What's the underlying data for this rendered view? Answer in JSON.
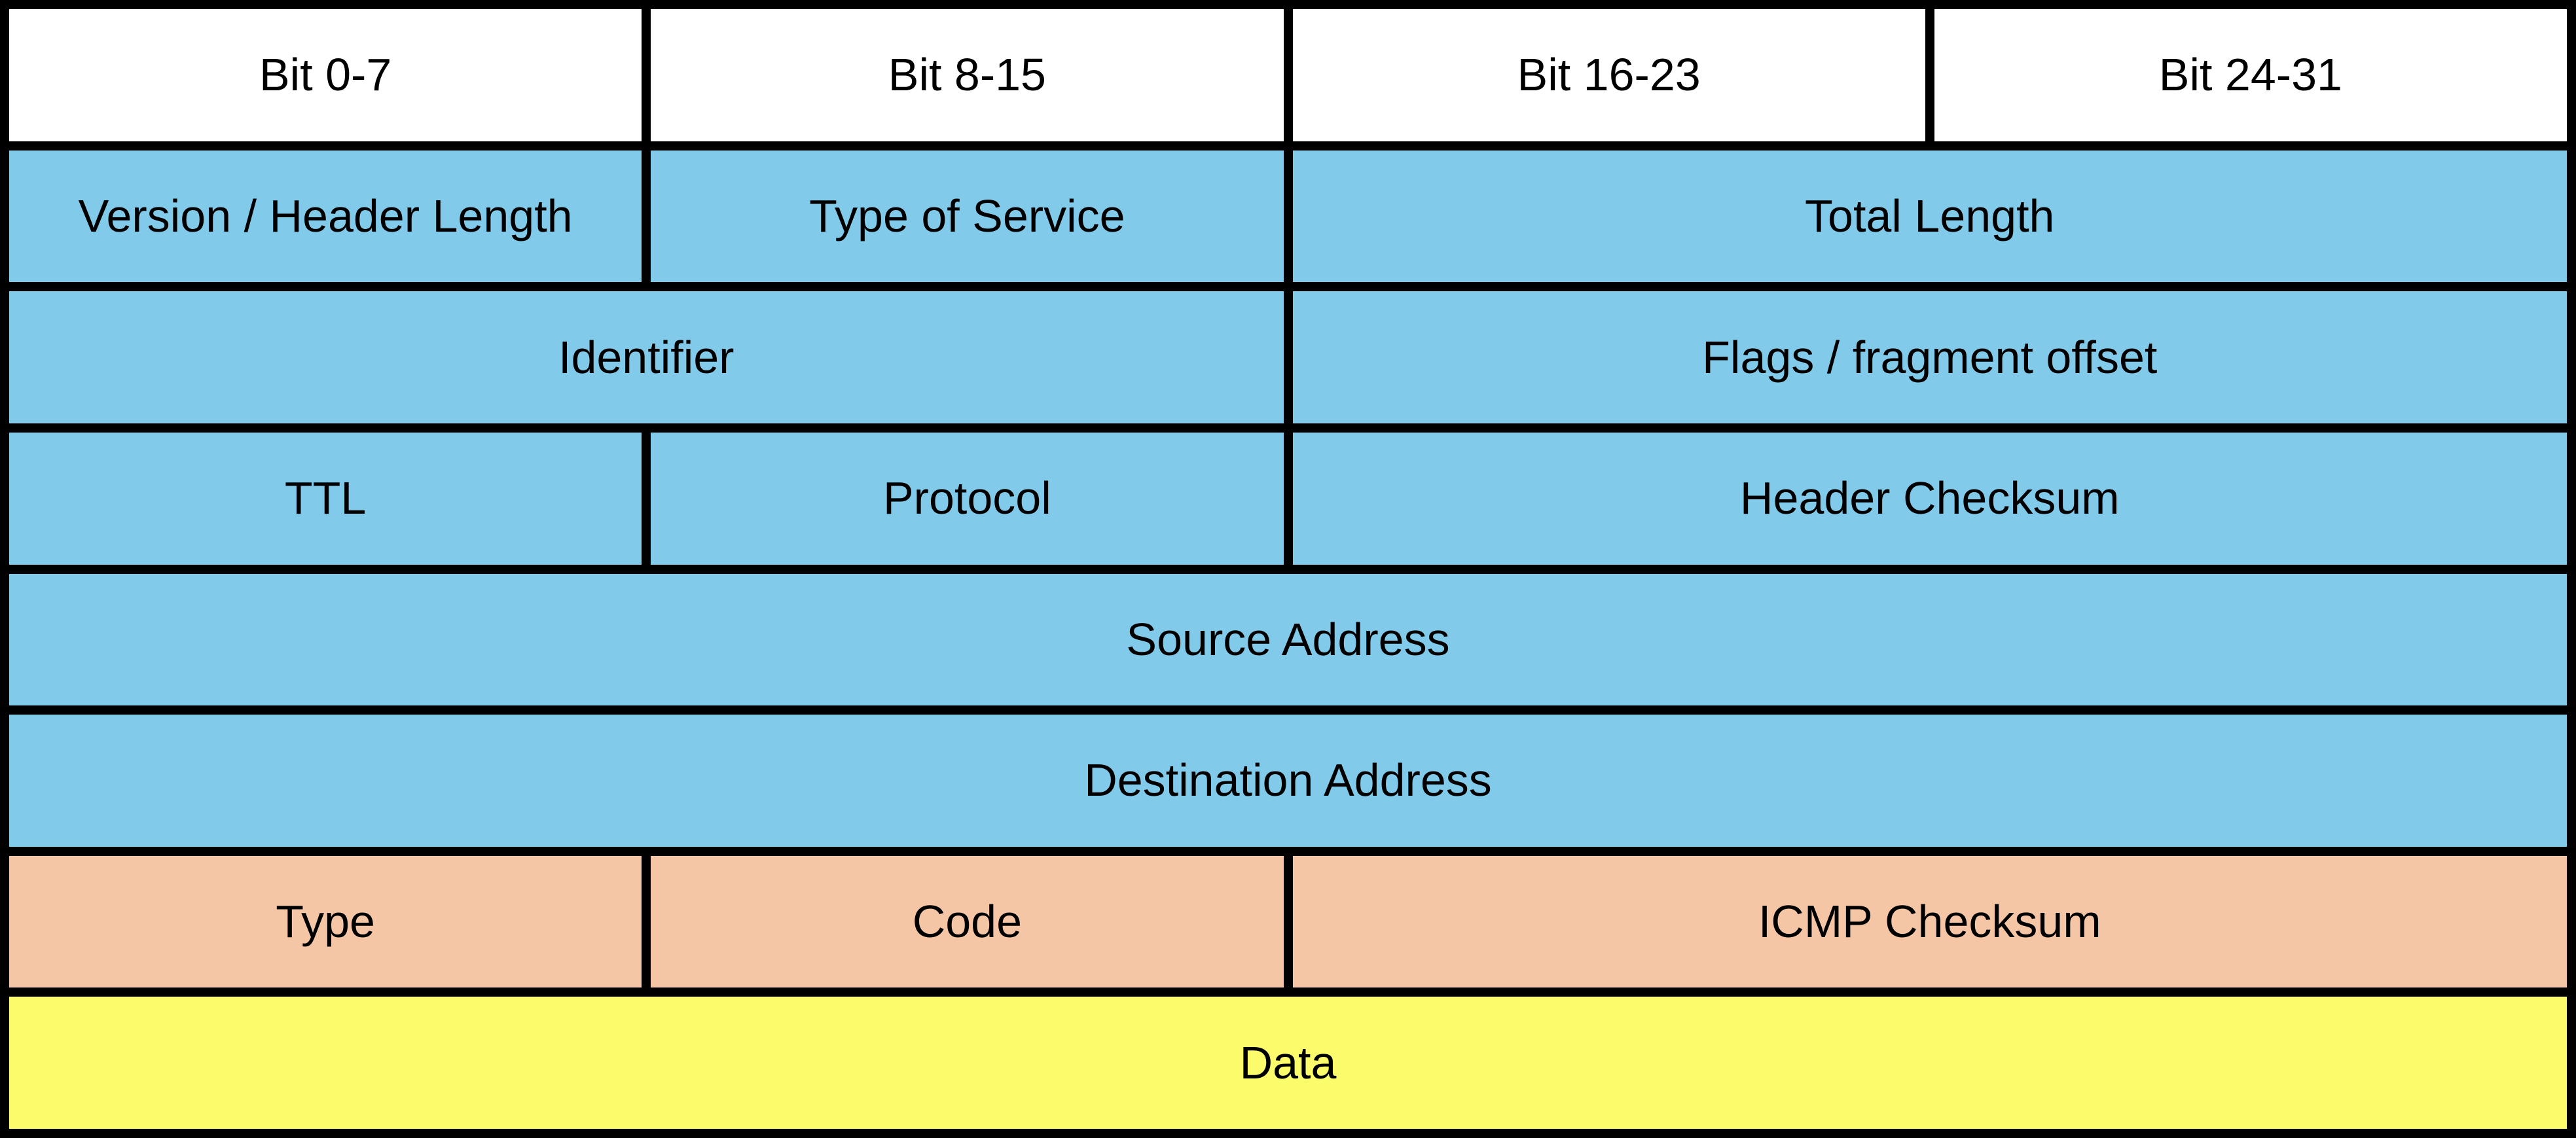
{
  "diagram": {
    "kind": "packet-header-layout",
    "palette": {
      "bit_header_bg": "#FFFFFF",
      "ip_field_bg": "#82CAEA",
      "icmp_field_bg": "#F4C6A6",
      "data_field_bg": "#FBFB6B",
      "grid_line": "#000000",
      "text": "#000000"
    },
    "rows": [
      {
        "cells": [
          {
            "label": "Bit 0-7"
          },
          {
            "label": "Bit 8-15"
          },
          {
            "label": "Bit 16-23"
          },
          {
            "label": "Bit 24-31"
          }
        ]
      },
      {
        "cells": [
          {
            "label": "Version / Header Length"
          },
          {
            "label": "Type of Service"
          },
          {
            "label": "Total Length"
          }
        ]
      },
      {
        "cells": [
          {
            "label": "Identifier"
          },
          {
            "label": "Flags / fragment offset"
          }
        ]
      },
      {
        "cells": [
          {
            "label": "TTL"
          },
          {
            "label": "Protocol"
          },
          {
            "label": "Header Checksum"
          }
        ]
      },
      {
        "cells": [
          {
            "label": "Source Address"
          }
        ]
      },
      {
        "cells": [
          {
            "label": "Destination Address"
          }
        ]
      },
      {
        "cells": [
          {
            "label": "Type"
          },
          {
            "label": "Code"
          },
          {
            "label": "ICMP Checksum"
          }
        ]
      },
      {
        "cells": [
          {
            "label": "Data"
          }
        ]
      }
    ]
  }
}
